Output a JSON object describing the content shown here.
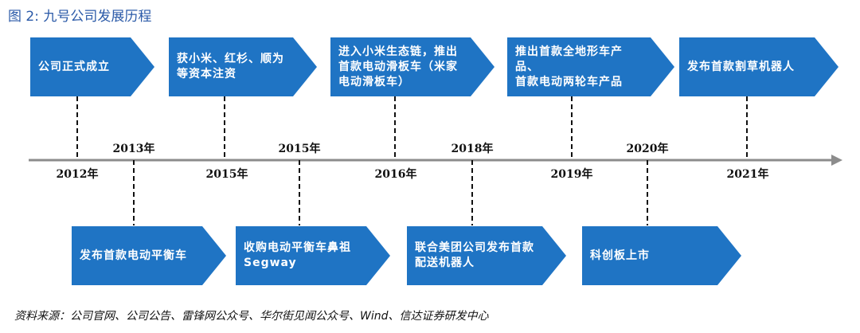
{
  "title": "图 2:  九号公司发展历程",
  "source": "资料来源：公司官网、公司公告、雷锋网公众号、华尔街见闻公众号、Wind、信达证券研发中心",
  "colors": {
    "box": "#1f74c4",
    "axis": "#8c8c8c",
    "title": "#2b5aa8"
  },
  "events_top": [
    {
      "year": "2012年",
      "text": "公司正式成立"
    },
    {
      "year": "2015年",
      "text": "获小米、红杉、顺为\n等资本注资"
    },
    {
      "year": "2016年",
      "text": "进入小米生态链，推出\n首款电动滑板车（米家\n电动滑板车）"
    },
    {
      "year": "2019年",
      "text": "推出首款全地形车产品、\n首款电动两轮车产品"
    },
    {
      "year": "2021年",
      "text": "发布首款割草机器人"
    }
  ],
  "events_bottom": [
    {
      "year": "2013年",
      "text": "发布首款电动平衡车"
    },
    {
      "year": "2015年",
      "text": "收购电动平衡车鼻祖\nSegway"
    },
    {
      "year": "2018年",
      "text": "联合美团公司发布首款\n配送机器人"
    },
    {
      "year": "2020年",
      "text": "科创板上市"
    }
  ]
}
